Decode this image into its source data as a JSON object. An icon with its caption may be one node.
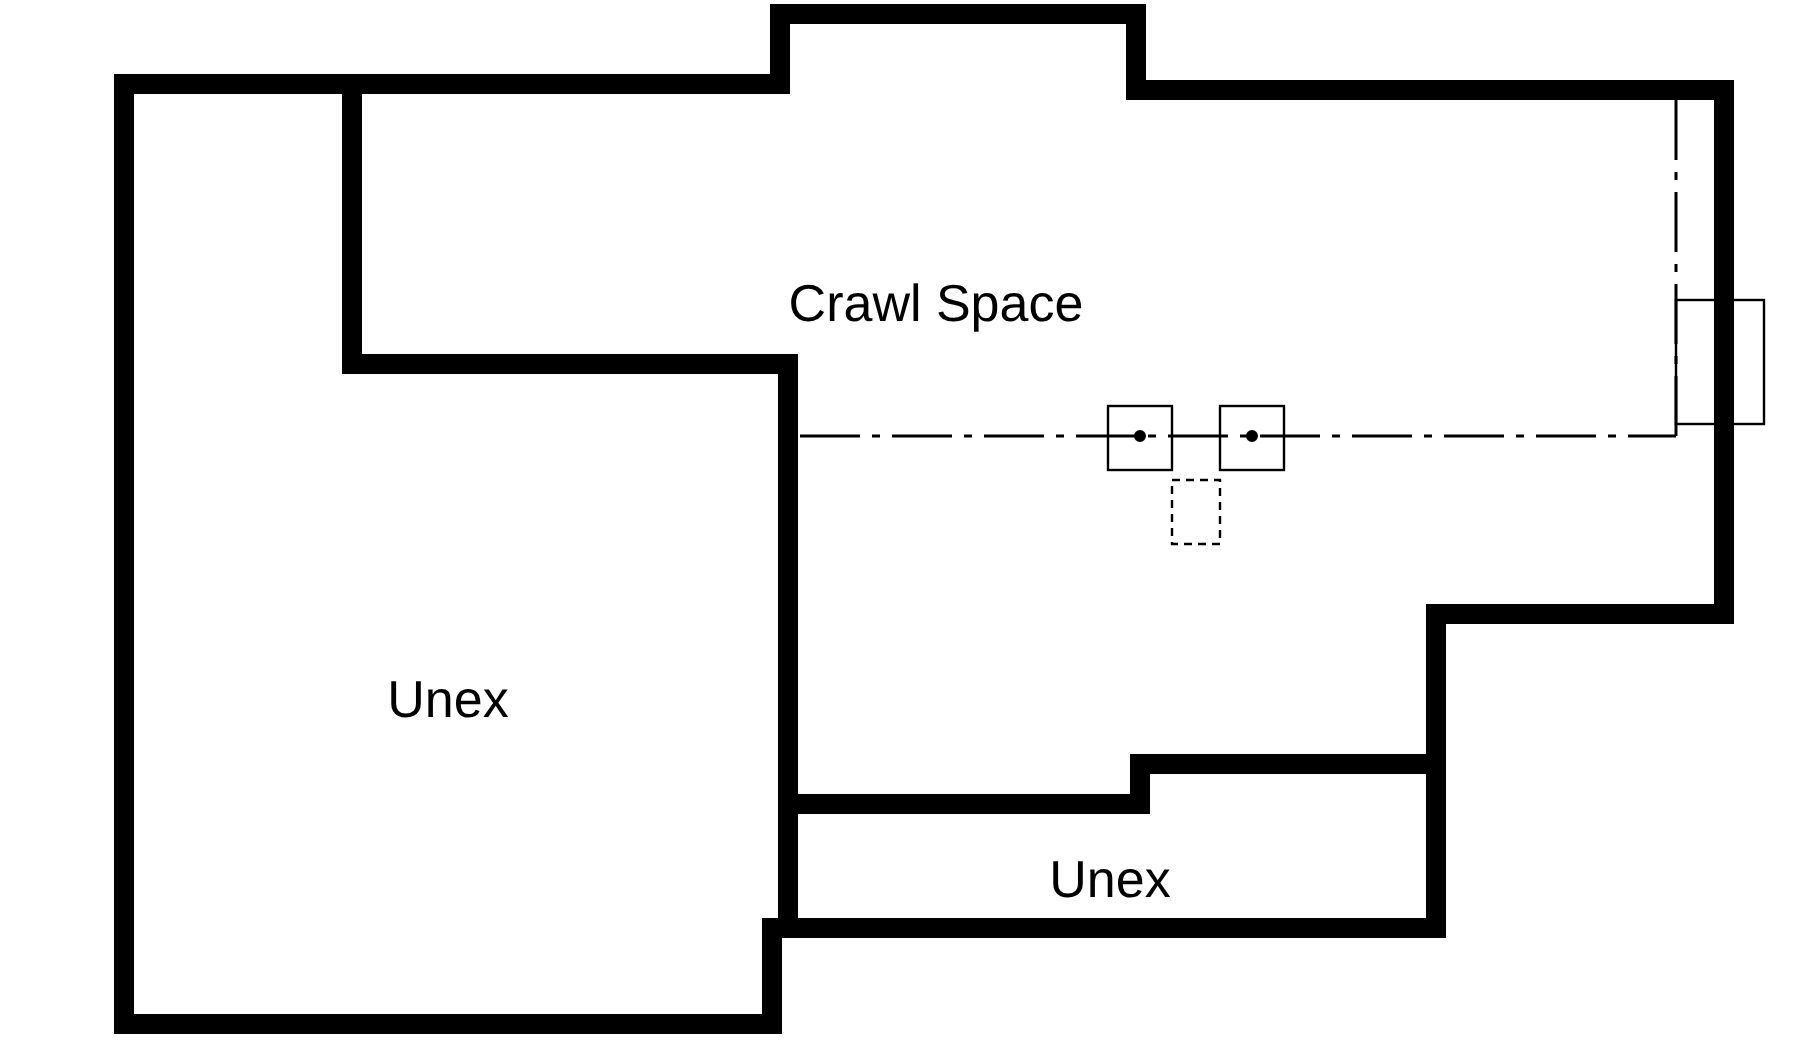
{
  "diagram": {
    "labels": [
      "Crawl Space",
      "Unex",
      "Unex"
    ]
  }
}
